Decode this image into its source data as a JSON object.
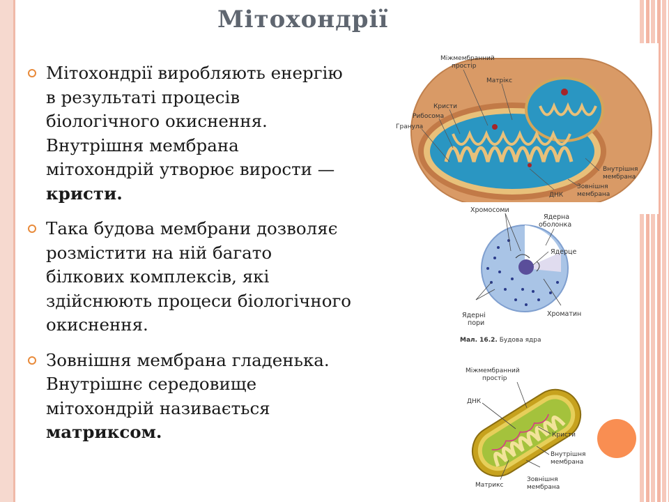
{
  "slide": {
    "title": "Мітохондрії",
    "bullets": [
      {
        "lines": [
          "Мітохондрії виробляють енергію",
          "в результаті процесів",
          "біологічного окиснення.",
          "Внутрішня мембрана",
          "мітохондрій утворює вирости —"
        ],
        "bold": "кристи."
      },
      {
        "lines": [
          "Така будова мембрани дозволяє",
          "розмістити на ній багато",
          "білкових комплексів, які",
          "здійснюють процеси біологічного",
          "окиснення."
        ],
        "bold": ""
      },
      {
        "lines": [
          "Зовнішня мембрана гладенька.",
          "Внутрішнє середовище",
          "мітохондрій називається"
        ],
        "bold": "матриксом."
      }
    ]
  },
  "fig1": {
    "labels": {
      "intermembrane_1": "Міжмембранний",
      "intermembrane_2": "простір",
      "matrix": "Матрікс",
      "cristae": "Кристи",
      "ribosome": "Рибосома",
      "granule": "Гранула",
      "dna": "ДНК",
      "inner_1": "Внутрішня",
      "inner_2": "мембрана",
      "outer_1": "Зовнішня",
      "outer_2": "мембрана"
    }
  },
  "fig2": {
    "labels": {
      "chromosomes": "Хромосоми",
      "envelope_1": "Ядерна",
      "envelope_2": "оболонка",
      "nucleolus": "Ядерце",
      "pores_1": "Ядерні",
      "pores_2": "пори",
      "chromatin": "Хроматин"
    },
    "caption_bold": "Мал. 16.2.",
    "caption_text": "Будова ядра"
  },
  "fig3": {
    "labels": {
      "intermembrane_1": "Міжмембранний",
      "intermembrane_2": "простір",
      "dna": "ДНК",
      "cristae": "Кристи",
      "inner_1": "Внутрішня",
      "inner_2": "мембрана",
      "matrix": "Матрикс",
      "outer_1": "Зовнішня",
      "outer_2": "мембрана"
    }
  },
  "colors": {
    "accent": "#e88a3a",
    "title": "#5f6670",
    "frame": "#f6d9cf",
    "stripe": "#f3b6a4",
    "decor_dot": "#f98e52"
  }
}
